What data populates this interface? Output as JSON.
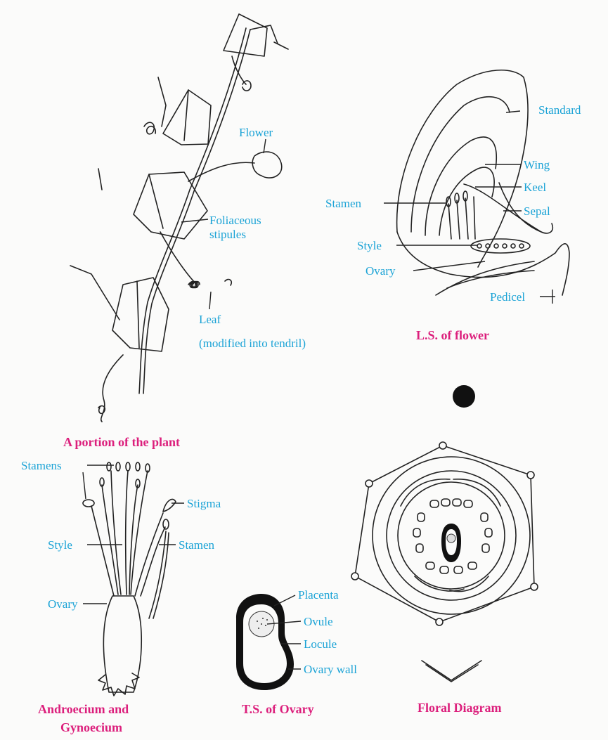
{
  "plant": {
    "flower": "Flower",
    "stipules_1": "Foliaceous",
    "stipules_2": "stipules",
    "leaf_1": "Leaf",
    "leaf_2": "(modified into tendril)",
    "caption": "A portion of the plant"
  },
  "ls_flower": {
    "standard": "Standard",
    "wing": "Wing",
    "keel": "Keel",
    "stamen": "Stamen",
    "sepal": "Sepal",
    "style": "Style",
    "ovary": "Ovary",
    "pedicel": "Pedicel",
    "caption": "L.S. of flower"
  },
  "androecium": {
    "stamens": "Stamens",
    "stigma": "Stigma",
    "style": "Style",
    "stamen": "Stamen",
    "ovary": "Ovary",
    "caption_1": "Androecium and",
    "caption_2": "Gynoecium"
  },
  "ts_ovary": {
    "placenta": "Placenta",
    "ovule": "Ovule",
    "locule": "Locule",
    "ovary_wall": "Ovary wall",
    "caption": "T.S. of Ovary"
  },
  "floral_diagram": {
    "caption": "Floral Diagram"
  }
}
